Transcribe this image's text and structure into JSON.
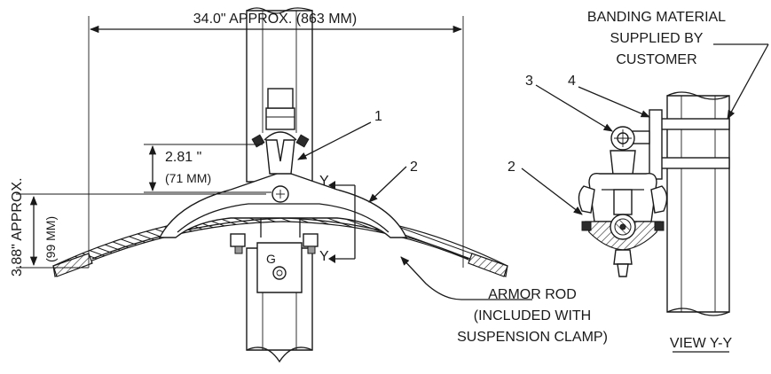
{
  "dimensions": {
    "overall_width": "34.0\" APPROX. (863 MM)",
    "clamp_height": "2.81 \"",
    "clamp_height_mm": "(71 MM)",
    "overall_height": "3.88\" APPROX.",
    "overall_height_mm": "(99 MM)"
  },
  "callouts": {
    "item_1": "1",
    "item_2_main": "2",
    "item_2_side": "2",
    "item_3": "3",
    "item_4": "4",
    "section_mark_top": "Y",
    "section_mark_bottom": "Y",
    "bolt_mark": "G"
  },
  "notes": {
    "banding_line1": "BANDING MATERIAL",
    "banding_line2": "SUPPLIED BY",
    "banding_line3": "CUSTOMER",
    "armor_line1": "ARMOR ROD",
    "armor_line2": "(INCLUDED WITH",
    "armor_line3": "SUSPENSION CLAMP)",
    "view_label": "VIEW Y-Y"
  }
}
